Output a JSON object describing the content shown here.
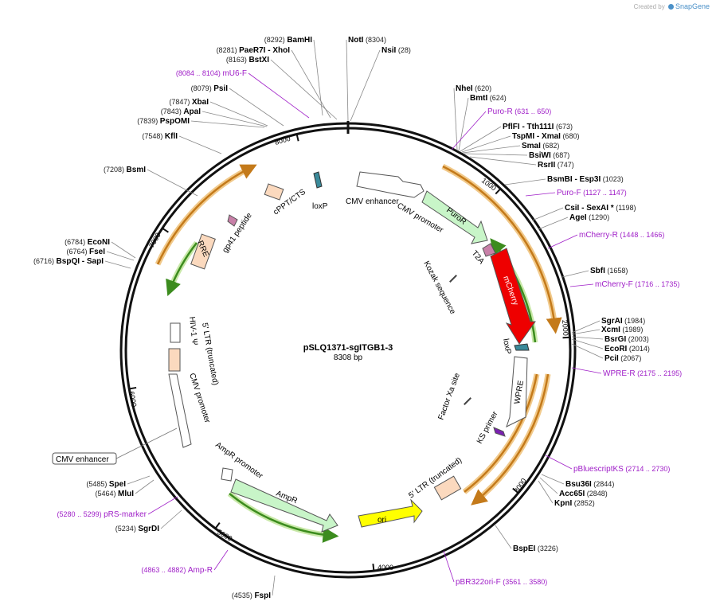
{
  "credit": {
    "prefix": "Created by",
    "brand": "SnapGene"
  },
  "plasmid": {
    "name": "pSLQ1371-sgITGB1-3",
    "size": "8308 bp"
  },
  "ticks": [
    "1000",
    "2000",
    "3000",
    "4000",
    "5000",
    "6000",
    "7000",
    "8000"
  ],
  "sites": [
    {
      "pos": "(8292)",
      "name": "BamHI"
    },
    {
      "pos": "(8281)",
      "name": "PaeR7I",
      "name2": "XhoI"
    },
    {
      "pos": "(8163)",
      "name": "BstXI"
    },
    {
      "pos": "(8079)",
      "name": "PsiI"
    },
    {
      "pos": "(7847)",
      "name": "XbaI"
    },
    {
      "pos": "(7843)",
      "name": "ApaI"
    },
    {
      "pos": "(7839)",
      "name": "PspOMI"
    },
    {
      "pos": "(7548)",
      "name": "KflI"
    },
    {
      "pos": "(7208)",
      "name": "BsmI"
    },
    {
      "pos": "(6784)",
      "name": "EcoNI"
    },
    {
      "pos": "(6764)",
      "name": "FseI"
    },
    {
      "pos": "(6716)",
      "name": "BspQI",
      "name2": "SapI"
    },
    {
      "pos": "(5485)",
      "name": "SpeI"
    },
    {
      "pos": "(5464)",
      "name": "MluI"
    },
    {
      "pos": "(5234)",
      "name": "SgrDI"
    },
    {
      "pos": "(4535)",
      "name": "FspI"
    },
    {
      "name": "NotI",
      "pos": "(8304)"
    },
    {
      "name": "NsiI",
      "pos": "(28)"
    },
    {
      "name": "NheI",
      "pos": "(620)"
    },
    {
      "name": "BmtI",
      "pos": "(624)"
    },
    {
      "name": "PflFI",
      "name2": "Tth111I",
      "pos": "(673)"
    },
    {
      "name": "TspMI",
      "name2": "XmaI",
      "pos": "(680)"
    },
    {
      "name": "SmaI",
      "pos": "(682)"
    },
    {
      "name": "BsiWI",
      "pos": "(687)"
    },
    {
      "name": "RsrII",
      "pos": "(747)"
    },
    {
      "name": "BsmBI",
      "name2": "Esp3I",
      "pos": "(1023)"
    },
    {
      "name": "CsiI",
      "name2": "SexAI *",
      "pos": "(1198)"
    },
    {
      "name": "AgeI",
      "pos": "(1290)"
    },
    {
      "name": "SbfI",
      "pos": "(1658)"
    },
    {
      "name": "SgrAI",
      "pos": "(1984)"
    },
    {
      "name": "XcmI",
      "pos": "(1989)"
    },
    {
      "name": "BsrGI",
      "pos": "(2003)"
    },
    {
      "name": "EcoRI",
      "pos": "(2014)"
    },
    {
      "name": "PciI",
      "pos": "(2067)"
    },
    {
      "name": "Bsu36I",
      "pos": "(2844)"
    },
    {
      "name": "Acc65I",
      "pos": "(2848)"
    },
    {
      "name": "KpnI",
      "pos": "(2852)"
    },
    {
      "name": "BspEI",
      "pos": "(3226)"
    }
  ],
  "primers": [
    {
      "pos": "(8084 .. 8104)",
      "name": "mU6-F"
    },
    {
      "pos": "(5280 .. 5299)",
      "name": "pRS-marker"
    },
    {
      "pos": "(4863 .. 4882)",
      "name": "Amp-R"
    },
    {
      "name": "Puro-R",
      "pos": "(631 .. 650)"
    },
    {
      "name": "Puro-F",
      "pos": "(1127 .. 1147)"
    },
    {
      "name": "mCherry-R",
      "pos": "(1448 .. 1466)"
    },
    {
      "name": "mCherry-F",
      "pos": "(1716 .. 1735)"
    },
    {
      "name": "WPRE-R",
      "pos": "(2175 .. 2195)"
    },
    {
      "name": "pBluescriptKS",
      "pos": "(2714 .. 2730)"
    },
    {
      "name": "pBR322ori-F",
      "pos": "(3561 .. 3580)"
    }
  ],
  "features": {
    "cmv_enhancer_1": "CMV enhancer",
    "cmv_promoter_1": "CMV promoter",
    "puror": "PuroR",
    "t2a": "T2A",
    "mcherry": "mCherry",
    "loxp_1": "loxP",
    "kozak": "Kozak sequence",
    "wpre": "WPRE",
    "factor_xa": "Factor Xa site",
    "ks_primer": "KS primer",
    "ltr5": "5' LTR (truncated)",
    "ori": "ori",
    "ampr": "AmpR",
    "ampr_promoter": "AmpR promoter",
    "cmv_promoter_2": "CMV promoter",
    "cmv_enhancer_2": "CMV enhancer",
    "ltr5_2": "5' LTR (truncated)",
    "hiv_psi": "HIV-1 Ψ",
    "rre": "RRE",
    "gp41": "gp41 peptide",
    "cppt": "cPPT/CTS",
    "loxp_2": "loxP"
  },
  "colors": {
    "primer": "#a020c8",
    "orf_green": "#c8f5c8",
    "mcherry": "#ee0000",
    "ori": "#ffff00",
    "ltr": "#fbd9be",
    "loxp": "#3a8a9a",
    "orange_arc": "#c47a1a",
    "green_arc": "#3c8c1e"
  }
}
